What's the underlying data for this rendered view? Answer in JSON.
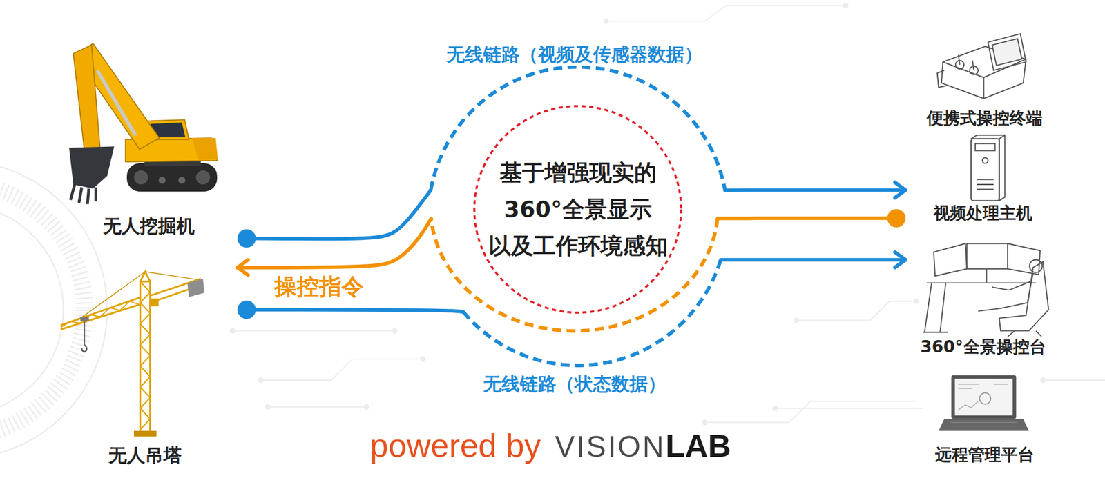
{
  "diagram": {
    "nodes": [
      {
        "text": [
          "无人挖掘机"
        ]
      },
      {
        "text": [
          "无人吊塔"
        ]
      },
      {
        "text": [
          "基于增强现实的 360°全景显示 以及工作环境感知"
        ]
      },
      {
        "text": [
          "便携式操控终端"
        ]
      },
      {
        "text": [
          "视频处理主机"
        ]
      },
      {
        "text": [
          "360°全景操控台"
        ]
      },
      {
        "text": [
          "远程管理平台"
        ]
      }
    ],
    "edges": [
      {
        "from": 0,
        "to": 4,
        "arrow": "to",
        "label": "无线链路（视频及传感器数据）"
      },
      {
        "from": 4,
        "to": 1,
        "arrow": "to",
        "label": "操控指令"
      },
      {
        "from": 1,
        "to": 5,
        "arrow": "to",
        "label": "无线链路（状态数据）"
      }
    ],
    "labels": [
      "powered by",
      "VISION",
      "LAB"
    ]
  }
}
